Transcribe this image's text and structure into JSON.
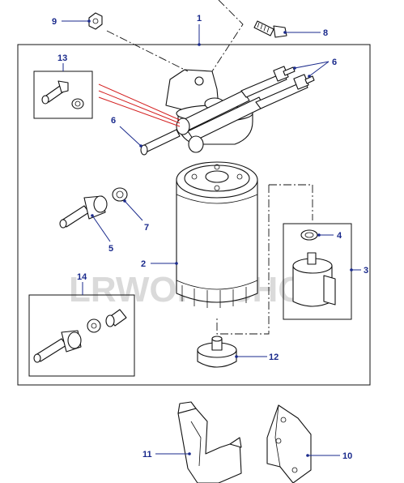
{
  "watermark": "LRWORKSHOP",
  "callouts": {
    "c1": "1",
    "c2": "2",
    "c3": "3",
    "c4": "4",
    "c5": "5",
    "c6a": "6",
    "c6b": "6",
    "c7": "7",
    "c8": "8",
    "c9": "9",
    "c10": "10",
    "c11": "11",
    "c12": "12",
    "c13": "13",
    "c14": "14"
  },
  "colors": {
    "callout": "#1a2a8c",
    "highlight": "#d42020",
    "watermark": "#bdbdbd"
  }
}
